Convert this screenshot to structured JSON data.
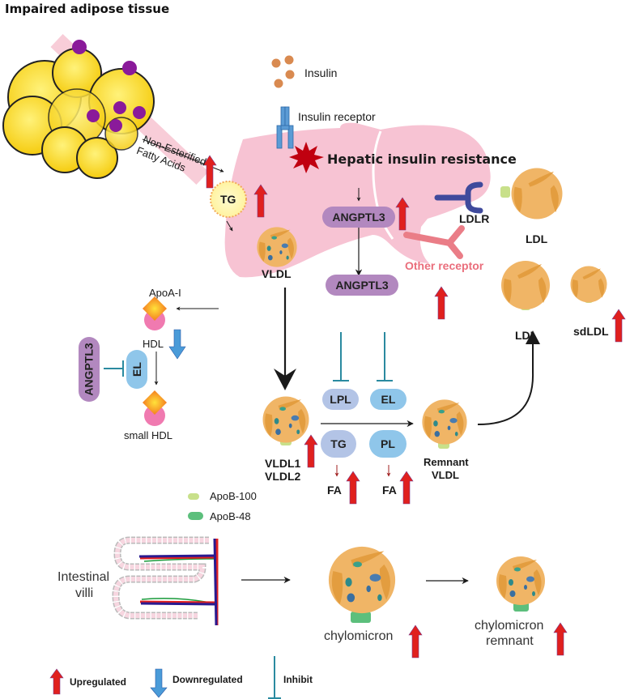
{
  "title": "Impaired adipose tissue",
  "labels": {
    "nefa_line1": "Non-Esterified",
    "nefa_line2": "Fatty Acids",
    "insulin": "Insulin",
    "insulin_receptor": "Insulin receptor",
    "hepatic_insulin_resistance": "Hepatic insulin resistance",
    "tg_liver": "TG",
    "vldl_liver": "VLDL",
    "angptl3_liver": "ANGPTL3",
    "angptl3_mid": "ANGPTL3",
    "angptl3_side": "ANGPTL3",
    "ldlr": "LDLR",
    "ldl_top": "LDL",
    "other_receptor": "Other receptor",
    "ldl_mid": "LDL",
    "sdldl": "sdLDL",
    "apoa1": "ApoA-I",
    "hdl": "HDL",
    "el_side": "EL",
    "small_hdl": "small HDL",
    "lpl": "LPL",
    "el_mid": "EL",
    "tg_mid": "TG",
    "pl": "PL",
    "fa1": "FA",
    "fa2": "FA",
    "vldl1": "VLDL1",
    "vldl2": "VLDL2",
    "remnant_vldl_1": "Remnant",
    "remnant_vldl_2": "VLDL",
    "apob100": "ApoB-100",
    "apob48": "ApoB-48",
    "intestinal_1": "Intestinal",
    "intestinal_2": "villi",
    "chylomicron": "chylomicron",
    "chylo_remnant_1": "chylomicron",
    "chylo_remnant_2": "remnant"
  },
  "legend": {
    "upregulated": "Upregulated",
    "downregulated": "Downregulated",
    "inhibit": "Inhibit"
  },
  "colors": {
    "liver": "#f7c3d3",
    "up_arrow": "#e0201e",
    "down_arrow": "#4a9bd8",
    "angptl3": "#b288bf",
    "lpl_tg": "#b3c4e6",
    "el_pl": "#8fc6ea",
    "inhibit": "#2a8aa0",
    "lipoprotein": "#f0b566",
    "apob100": "#c8e08a",
    "apob48": "#5cbf7c",
    "ldlr": "#3f4a9c",
    "other_receptor": "#ea7d87",
    "burst": "#c00010",
    "insulin_receptor": "#5b9bd5"
  }
}
